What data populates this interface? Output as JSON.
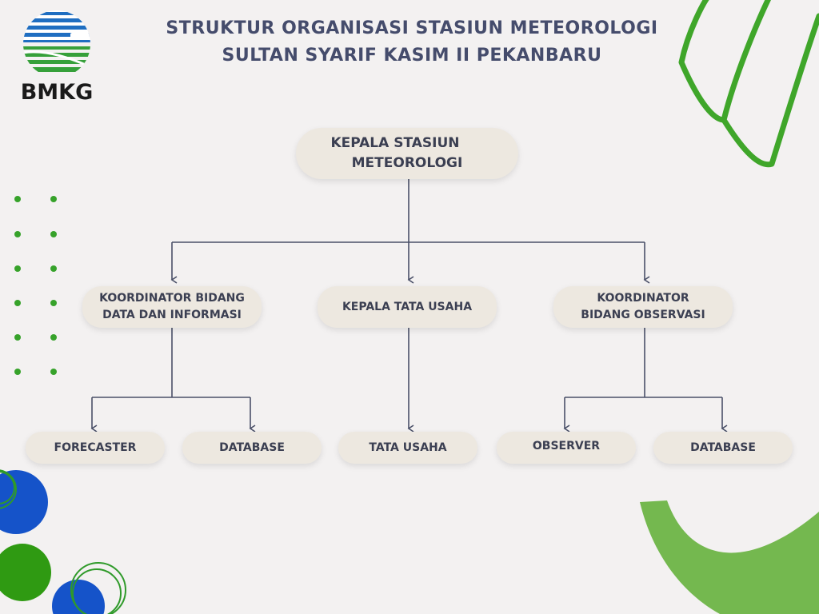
{
  "logo": {
    "text": "BMKG",
    "colors": {
      "blue": "#1f6ec1",
      "green": "#36a03a"
    }
  },
  "title": {
    "line1": "STRUKTUR ORGANISASI STASIUN METEOROLOGI",
    "line2": "SULTAN SYARIF KASIM II PEKANBARU"
  },
  "org": {
    "head": {
      "line1": "KEPALA STASIUN",
      "line2": "METEOROLOGI"
    },
    "level2": [
      {
        "line1": "KOORDINATOR BIDANG",
        "line2": "DATA DAN INFORMASI"
      },
      {
        "line1": "KEPALA TATA USAHA",
        "line2": ""
      },
      {
        "line1": "KOORDINATOR",
        "line2": "BIDANG OBSERVASI"
      }
    ],
    "level3": [
      {
        "label": "FORECASTER"
      },
      {
        "label": "DATABASE"
      },
      {
        "label": "TATA USAHA"
      },
      {
        "label": "OBSERVER"
      },
      {
        "label": "DATABASE"
      }
    ]
  },
  "colors": {
    "background": "#f3f1f1",
    "node_fill": "#ede8e0",
    "text": "#3b3f52",
    "connector": "#4a5068",
    "accent_green": "#4aa32f",
    "accent_blue": "#1553c9"
  }
}
